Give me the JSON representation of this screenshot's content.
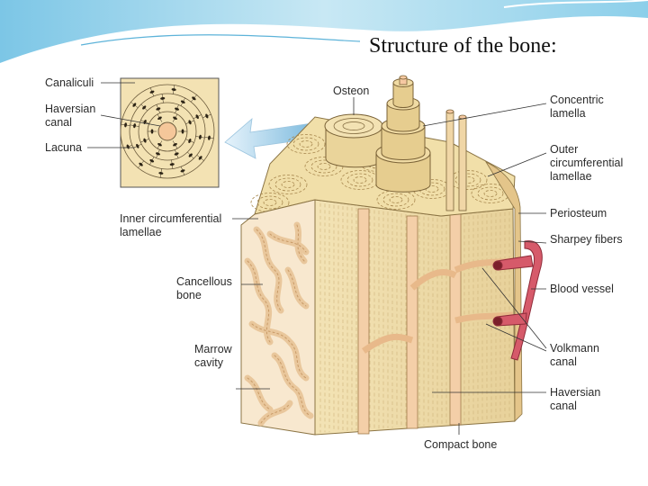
{
  "slide": {
    "title": "Structure of the bone:"
  },
  "labels": {
    "canaliculi": "Canaliculi",
    "haversian_canal_inset": "Haversian\ncanal",
    "lacuna": "Lacuna",
    "osteon": "Osteon",
    "inner_circumferential_lamellae": "Inner circumferential\nlamellae",
    "cancellous_bone": "Cancellous\nbone",
    "marrow_cavity": "Marrow\ncavity",
    "concentric_lamella": "Concentric\nlamella",
    "outer_circumferential_lamellae": "Outer\ncircumferential\nlamellae",
    "periosteum": "Periosteum",
    "sharpey_fibers": "Sharpey fibers",
    "blood_vessel": "Blood vessel",
    "volkmann_canal": "Volkmann\ncanal",
    "haversian_canal": "Haversian\ncanal",
    "compact_bone": "Compact bone"
  },
  "colors": {
    "bone": "#efdca6",
    "bone_dark": "#d9bf7c",
    "bone_shadow": "#c9a864",
    "marrow": "#f3d3b0",
    "vessel": "#d65a6a",
    "banner": "#9fd3ea",
    "arrow": "#a9cfe8"
  }
}
